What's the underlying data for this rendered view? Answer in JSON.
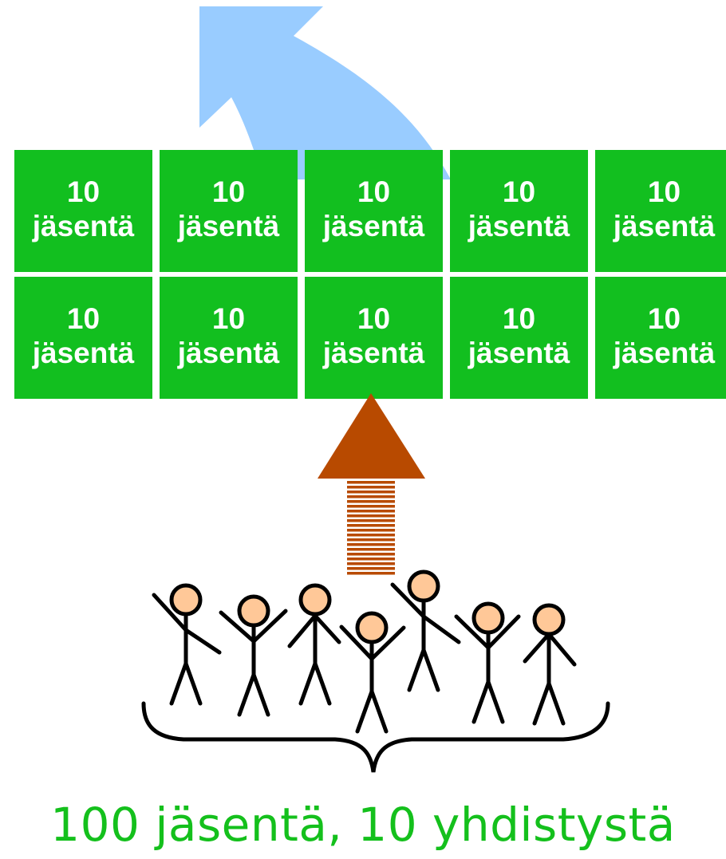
{
  "grid": {
    "rows": [
      [
        {
          "count": "10",
          "unit": "jäsentä"
        },
        {
          "count": "10",
          "unit": "jäsentä"
        },
        {
          "count": "10",
          "unit": "jäsentä"
        },
        {
          "count": "10",
          "unit": "jäsentä"
        },
        {
          "count": "10",
          "unit": "jäsentä"
        }
      ],
      [
        {
          "count": "10",
          "unit": "jäsentä"
        },
        {
          "count": "10",
          "unit": "jäsentä"
        },
        {
          "count": "10",
          "unit": "jäsentä"
        },
        {
          "count": "10",
          "unit": "jäsentä"
        },
        {
          "count": "10",
          "unit": "jäsentä"
        }
      ]
    ]
  },
  "caption": "100 jäsentä, 10 yhdistystä",
  "colors": {
    "cell_fill": "#12bf1f",
    "up_arrow": "#b84a00",
    "curved_arrow": "#99ccff",
    "caption": "#14c01c",
    "skin": "#ffc898"
  },
  "icons": [
    "curved-arrow-icon",
    "up-arrow-icon",
    "person-icon",
    "curly-brace-icon"
  ]
}
